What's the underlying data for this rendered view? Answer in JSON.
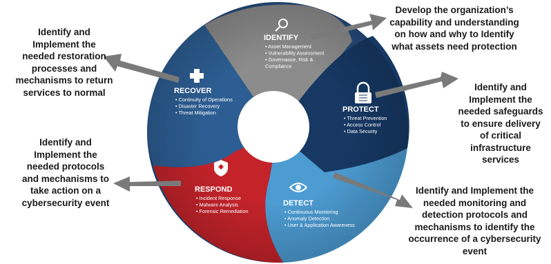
{
  "phases": {
    "identify": {
      "title": "IDENTIFY",
      "items": [
        "Asset Management",
        "Vulnerability Assessment",
        "Governance, Risk &",
        "Compliance"
      ],
      "icon": "magnifier-icon",
      "color": "#8a8a8a",
      "note": "Develop the organization’s\ncapability and understanding\non how and why to Identify\nwhat assets need  protection"
    },
    "protect": {
      "title": "PROTECT",
      "items": [
        "Threat Prevention",
        "Access Control",
        "Data Security"
      ],
      "icon": "padlock-icon",
      "color": "#1e3f6e",
      "note": "Identify and\nImplement the\nneeded safeguards\nto ensure delivery\nof critical\ninfrastructure\nservices"
    },
    "detect": {
      "title": "DETECT",
      "items": [
        "Continuous Monitoring",
        "Anomaly Detection",
        "User & Application Awareness"
      ],
      "icon": "eye-icon",
      "color": "#4f9ed3",
      "note": "Identify and Implement the\nneeded monitoring and\ndetection protocols and\nmechanisms to identify the\noccurrence of a cybersecurity\nevent"
    },
    "respond": {
      "title": "RESPOND",
      "items": [
        "Incident Response",
        "Malware Analysis",
        "Forensic Remediation"
      ],
      "icon": "shield-icon",
      "color": "#c7242b",
      "note": "Identify and\nImplement the\nneeded protocols\nand mechanisms to\ntake action on a\ncybersecurity event"
    },
    "recover": {
      "title": "RECOVER",
      "items": [
        "Continuity of Operations",
        "Disaster Recovery",
        "Threat Mitigation"
      ],
      "icon": "cross-icon",
      "color": "#2a5a8f",
      "note": "Identify and\nImplement the\nneeded restoration\nprocesses and\nmechanisms to return\nservices to normal"
    }
  },
  "arrow_color": "#7a7a7a"
}
